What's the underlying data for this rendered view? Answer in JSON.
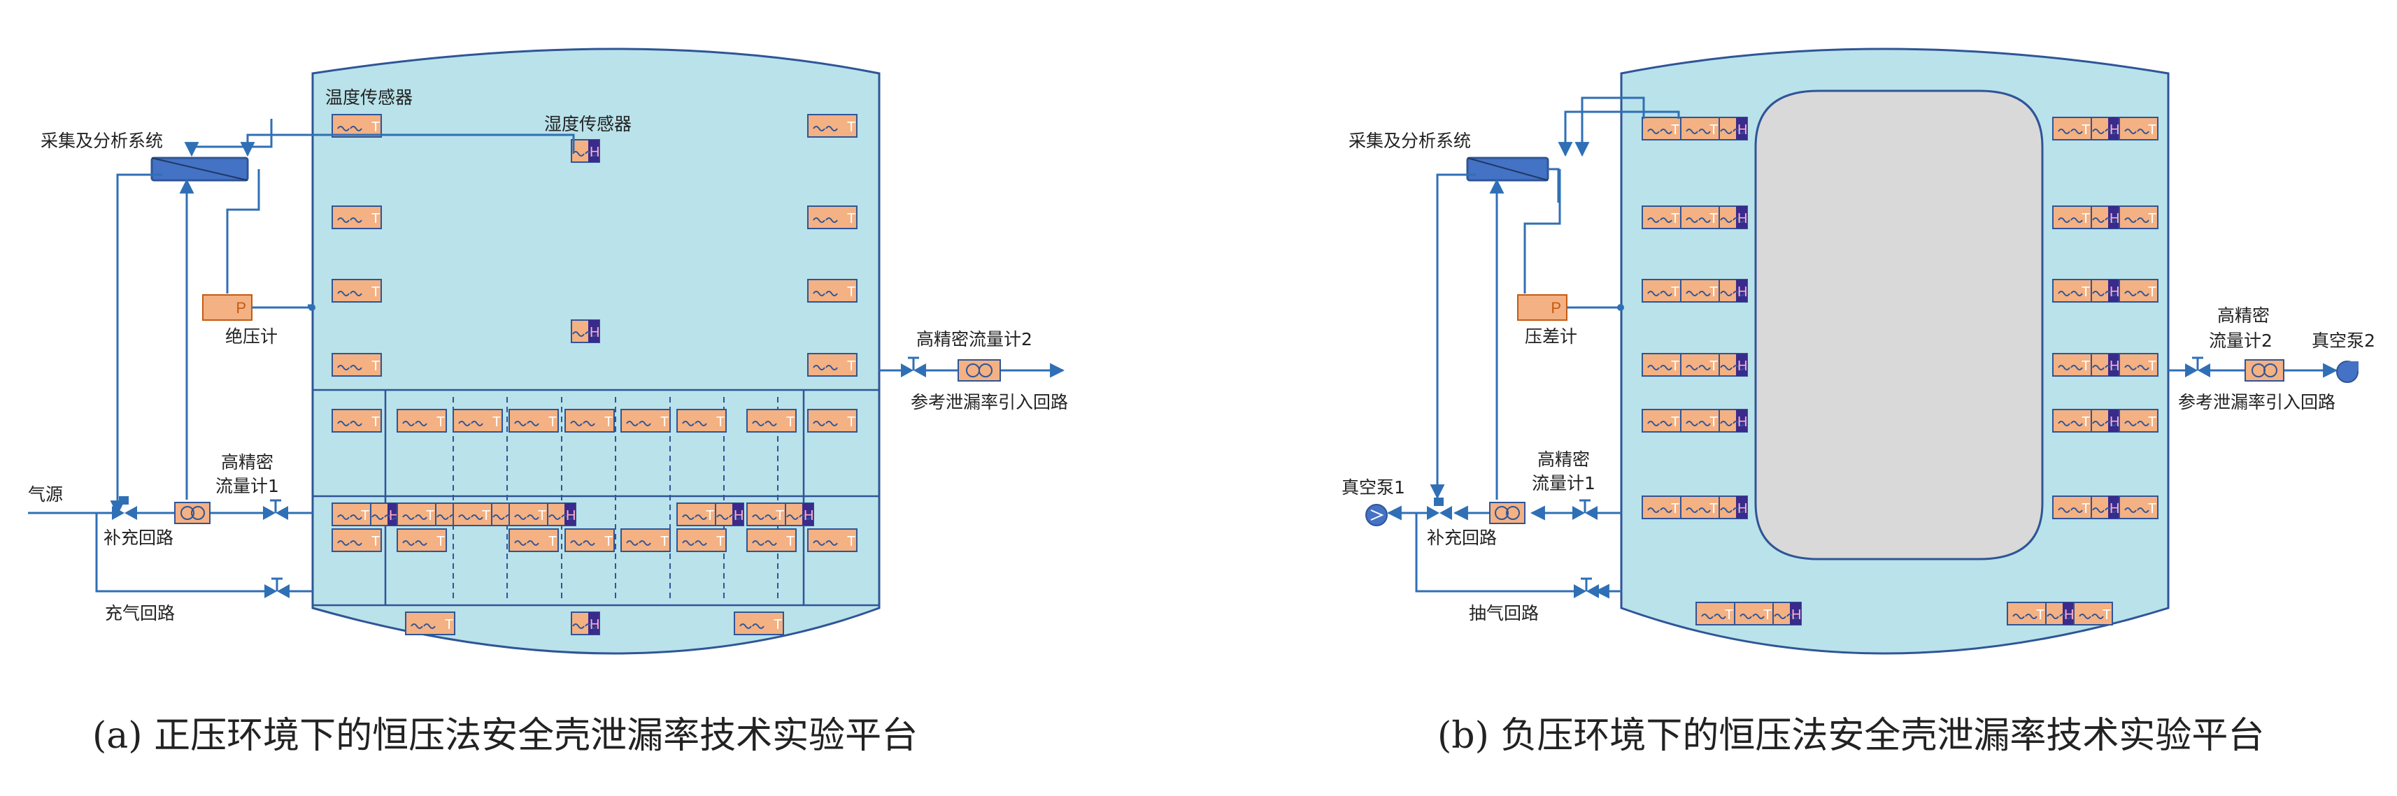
{
  "panel_a": {
    "caption": "(a) 正压环境下的恒压法安全壳泄漏率技术实验平台",
    "labels": {
      "temp_sensor": "温度传感器",
      "humidity_sensor": "湿度传感器",
      "acq_system": "采集及分析系统",
      "abs_pressure": "绝压计",
      "flowmeter1_line1": "高精密",
      "flowmeter1_line2": "流量计1",
      "gas_source": "气源",
      "makeup_loop": "补充回路",
      "charge_loop": "充气回路",
      "flowmeter2": "高精密流量计2",
      "ref_leak_loop": "参考泄漏率引入回路"
    }
  },
  "panel_b": {
    "caption": "(b) 负压环境下的恒压法安全壳泄漏率技术实验平台",
    "labels": {
      "acq_system": "采集及分析系统",
      "diff_pressure": "压差计",
      "flowmeter1_line1": "高精密",
      "flowmeter1_line2": "流量计1",
      "vac_pump1": "真空泵1",
      "makeup_loop": "补充回路",
      "exhaust_loop": "抽气回路",
      "flowmeter2_line1": "高精密",
      "flowmeter2_line2": "流量计2",
      "vac_pump2": "真空泵2",
      "ref_leak_loop": "参考泄漏率引入回路"
    }
  },
  "sensor_marks": {
    "temperature": "T",
    "humidity": "H",
    "pressure": "P",
    "wave": "〰"
  },
  "colors": {
    "vessel_fill": "#b9e2ea",
    "vessel_stroke": "#2f5597",
    "inner_fill": "#d9d9d9",
    "sensor_fill": "#f4b183",
    "sensor_stroke": "#2f5597",
    "humidity_fill": "#3a2a8c",
    "humidity_text": "#ffb0c8",
    "pipe": "#2f6fb5",
    "daq_fill": "#4472c4"
  }
}
